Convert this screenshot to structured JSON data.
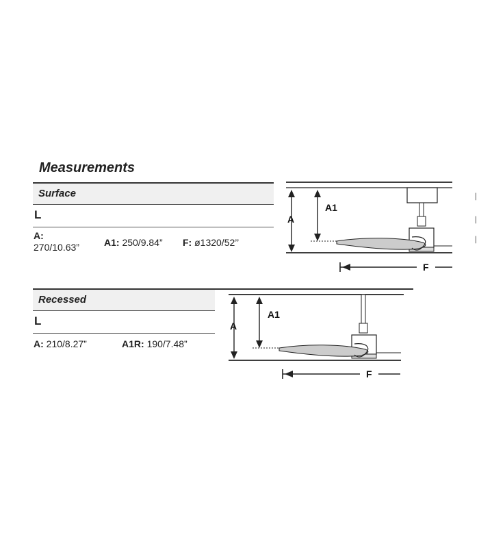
{
  "title": "Measurements",
  "surface": {
    "header": "Surface",
    "size": "L",
    "specs": [
      {
        "key": "A:",
        "value": "270/10.63”"
      },
      {
        "key": "A1:",
        "value": "250/9.84”"
      },
      {
        "key": "F:",
        "value": "ø1320/52’’"
      }
    ],
    "diagram_labels": {
      "a": "A",
      "a1": "A1",
      "f": "F"
    }
  },
  "recessed": {
    "header": "Recessed",
    "size": "L",
    "specs": [
      {
        "key": "A:",
        "value": "210/8.27”"
      },
      {
        "key": "A1R:",
        "value": "190/7.48”"
      }
    ],
    "diagram_labels": {
      "a": "A",
      "a1": "A1",
      "f": "F"
    }
  },
  "colors": {
    "line": "#222222",
    "header_bg": "#f0f0f0",
    "blade": "#cccccc"
  }
}
